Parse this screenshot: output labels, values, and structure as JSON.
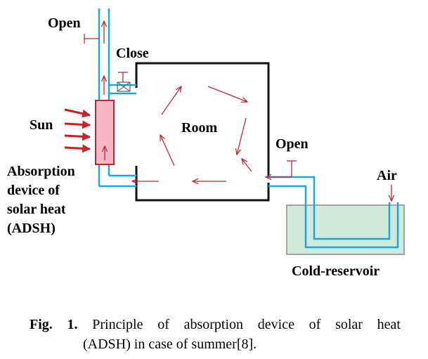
{
  "labels": {
    "open_top": "Open",
    "close": "Close",
    "sun": "Sun",
    "room": "Room",
    "open_right": "Open",
    "air": "Air",
    "adsh": [
      "Absorption",
      "device of",
      "solar heat",
      "(ADSH)"
    ],
    "cold_reservoir": "Cold-reservoir"
  },
  "caption": {
    "tag": "Fig. 1.",
    "line1": "Principle of absorption device of solar heat",
    "line2": "(ADSH) in case of summer[8]."
  },
  "colors": {
    "pipe": "#1aa7e0",
    "arrow": "#c0282d",
    "wall": "#111111",
    "absorber_fill": "#f7b6c6",
    "absorber_stroke": "#c0282d",
    "reservoir_fill": "#cfe9da",
    "reservoir_stroke": "#a3a3a3"
  }
}
